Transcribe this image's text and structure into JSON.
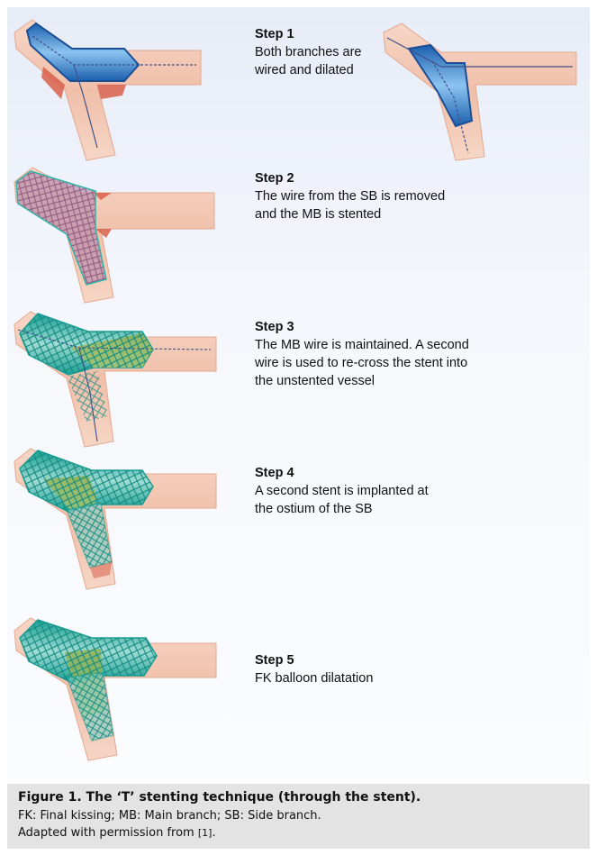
{
  "steps": [
    {
      "title": "Step 1",
      "text": "Both branches are\nwired and dilated"
    },
    {
      "title": "Step 2",
      "text": "The wire from the SB is removed\nand the MB is stented"
    },
    {
      "title": "Step 3",
      "text": "The MB wire is maintained. A second\nwire is used to re-cross the stent into\nthe unstented vessel"
    },
    {
      "title": "Step 4",
      "text": "A second stent is implanted at\nthe ostium of the SB"
    },
    {
      "title": "Step 5",
      "text": "FK balloon dilatation"
    }
  ],
  "caption": {
    "title": "Figure 1. The ‘T’ stenting technique (through the stent).",
    "abbreviations": "FK: Final kissing; MB: Main branch; SB: Side branch.",
    "adapted": "Adapted with permission from ",
    "ref": "[1]",
    "period": "."
  },
  "colors": {
    "vessel": "#f2c9b5",
    "plaque": "#d8604a",
    "balloon": "#3a8fd6",
    "stent_mesh_pink": "#b07a9a",
    "stent_teal": "#2fb3a6",
    "wire": "#40508a"
  }
}
